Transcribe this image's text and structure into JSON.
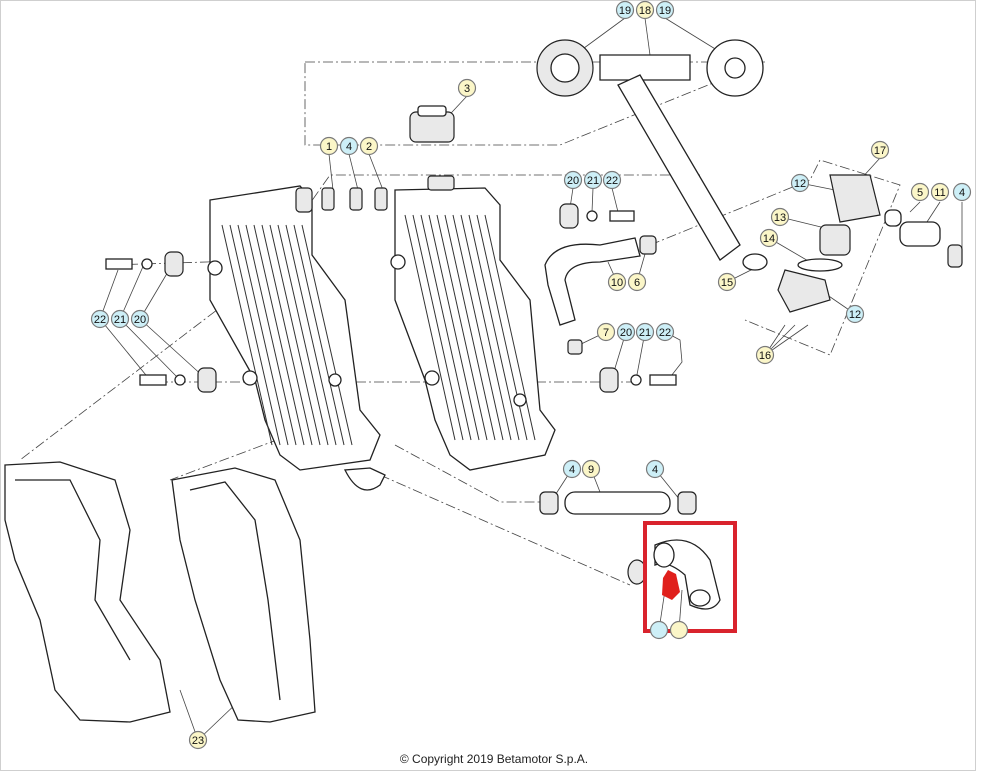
{
  "copyright": "© Copyright 2019 Betamotor S.p.A.",
  "highlight_color": "#d9232d",
  "colors": {
    "callout_blue": "#cdeff7",
    "callout_yellow": "#fbf6c8",
    "marker_red": "#e0201c"
  },
  "callouts": [
    {
      "id": "c1",
      "label": "19",
      "style": "blue"
    },
    {
      "id": "c2",
      "label": "18",
      "style": "yellow"
    },
    {
      "id": "c3",
      "label": "19",
      "style": "blue"
    },
    {
      "id": "c4",
      "label": "3",
      "style": "yellow"
    },
    {
      "id": "c5",
      "label": "1",
      "style": "yellow"
    },
    {
      "id": "c6",
      "label": "4",
      "style": "blue"
    },
    {
      "id": "c7",
      "label": "2",
      "style": "yellow"
    },
    {
      "id": "c8",
      "label": "17",
      "style": "yellow"
    },
    {
      "id": "c9",
      "label": "20",
      "style": "blue"
    },
    {
      "id": "c10",
      "label": "21",
      "style": "blue"
    },
    {
      "id": "c11",
      "label": "22",
      "style": "blue"
    },
    {
      "id": "c12",
      "label": "12",
      "style": "blue"
    },
    {
      "id": "c13",
      "label": "5",
      "style": "yellow"
    },
    {
      "id": "c14",
      "label": "11",
      "style": "yellow"
    },
    {
      "id": "c15",
      "label": "4",
      "style": "blue"
    },
    {
      "id": "c16",
      "label": "13",
      "style": "yellow"
    },
    {
      "id": "c17",
      "label": "14",
      "style": "yellow"
    },
    {
      "id": "c18",
      "label": "10",
      "style": "yellow"
    },
    {
      "id": "c19",
      "label": "6",
      "style": "yellow"
    },
    {
      "id": "c20",
      "label": "15",
      "style": "yellow"
    },
    {
      "id": "c21",
      "label": "12",
      "style": "blue"
    },
    {
      "id": "c22",
      "label": "22",
      "style": "blue"
    },
    {
      "id": "c23",
      "label": "21",
      "style": "blue"
    },
    {
      "id": "c24",
      "label": "20",
      "style": "blue"
    },
    {
      "id": "c25",
      "label": "7",
      "style": "yellow"
    },
    {
      "id": "c26",
      "label": "20",
      "style": "blue"
    },
    {
      "id": "c27",
      "label": "21",
      "style": "blue"
    },
    {
      "id": "c28",
      "label": "22",
      "style": "blue"
    },
    {
      "id": "c29",
      "label": "16",
      "style": "yellow"
    },
    {
      "id": "c30",
      "label": "4",
      "style": "blue"
    },
    {
      "id": "c31",
      "label": "9",
      "style": "yellow"
    },
    {
      "id": "c32",
      "label": "4",
      "style": "blue"
    },
    {
      "id": "c33",
      "label": "",
      "style": "blue"
    },
    {
      "id": "c34",
      "label": "",
      "style": "yellow"
    },
    {
      "id": "c35",
      "label": "23",
      "style": "yellow"
    }
  ]
}
